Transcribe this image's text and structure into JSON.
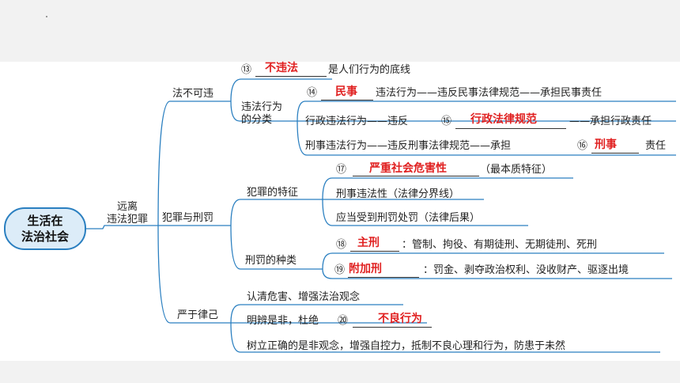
{
  "root": {
    "line1": "生活在",
    "line2": "法治社会"
  },
  "branch_mid": {
    "line1": "远离",
    "line2": "违法犯罪"
  },
  "l1": {
    "a": "法不可违",
    "b": "犯罪与刑罚",
    "c": "严于律己"
  },
  "a": {
    "n13": "⑬",
    "ans13": "不违法",
    "t13": "是人们行为的底线",
    "cls1": "违法行为",
    "cls2": "的分类",
    "n14": "⑭",
    "ans14": "民事",
    "t14": "违法行为——违反民事法律规范——承担民事责任",
    "t15a": "行政违法行为——违反",
    "n15": "⑮",
    "ans15": "行政法律规范",
    "t15b": "——承担行政责任",
    "t16a": "刑事违法行为——违反刑事法律规范——承担",
    "n16": "⑯",
    "ans16": "刑事",
    "t16b": "责任"
  },
  "b": {
    "features": "犯罪的特征",
    "n17": "⑰",
    "ans17": "严重社会危害性",
    "t17": "（最本质特征）",
    "f2": "刑事违法性（法律分界线）",
    "f3": "应当受到刑罚处罚（法律后果）",
    "types": "刑罚的种类",
    "n18": "⑱",
    "ans18": "主刑",
    "t18": "：管制、拘役、有期徒刑、无期徒刑、死刑",
    "n19": "⑲",
    "ans19": "附加刑",
    "t19": "：罚金、剥夺政治权利、没收财产、驱逐出境"
  },
  "c": {
    "l1": "认清危害、增强法治观念",
    "l2": "明辨是非，杜绝",
    "n20": "⑳",
    "ans20": "不良行为",
    "l3": "树立正确的是非观念，增强自控力，抵制不良心理和行为，防患于未然"
  },
  "colors": {
    "line": "#2a7fc0",
    "answer": "#e02020",
    "root_fill": "#dcecf8"
  }
}
